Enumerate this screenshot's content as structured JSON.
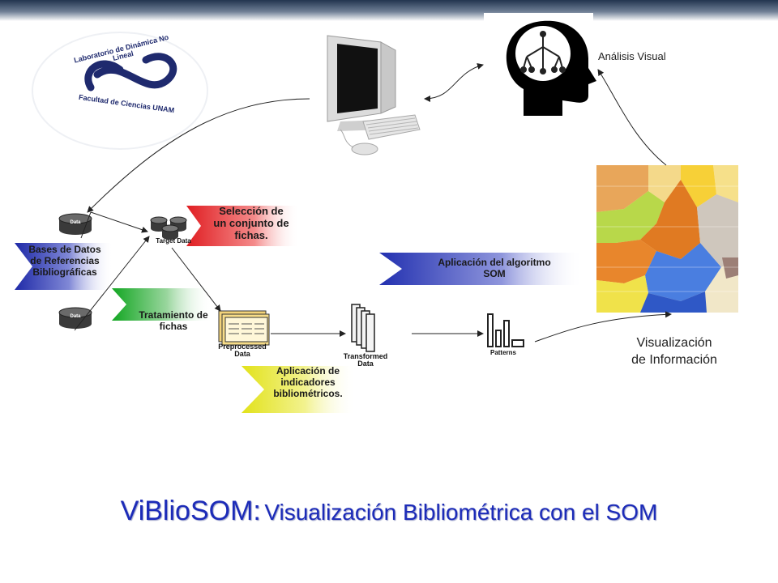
{
  "title": {
    "main": "ViBlioSOM:",
    "sub": "Visualización Bibliométrica con el SOM"
  },
  "logo": {
    "text_top": "Laboratorio de Dinámica No Lineal",
    "text_bottom": "Facultad de Ciencias UNAM"
  },
  "labels": {
    "analisis_visual": "Análisis Visual",
    "visualizacion": "Visualización de Información",
    "seleccion": "Selección de un conjunto de fichas.",
    "bases": "Bases de Datos de Referencias Bibliográficas",
    "tratamiento": "Tratamiento de fichas",
    "algoritmo": "Aplicación del algoritmo SOM",
    "indicadores": "Aplicación de indicadores bibliométricos."
  },
  "nodes": {
    "data": "Data",
    "target": "Target Data",
    "preprocessed": "Preprocessed Data",
    "transformed": "Transformed Data",
    "patterns": "Patterns"
  },
  "colors": {
    "title": "#1c2bb8",
    "blue_banner": "#2a36b8",
    "red_banner": "#e8282a",
    "green_banner": "#1fae2e",
    "yellow_banner": "#e8e820"
  }
}
